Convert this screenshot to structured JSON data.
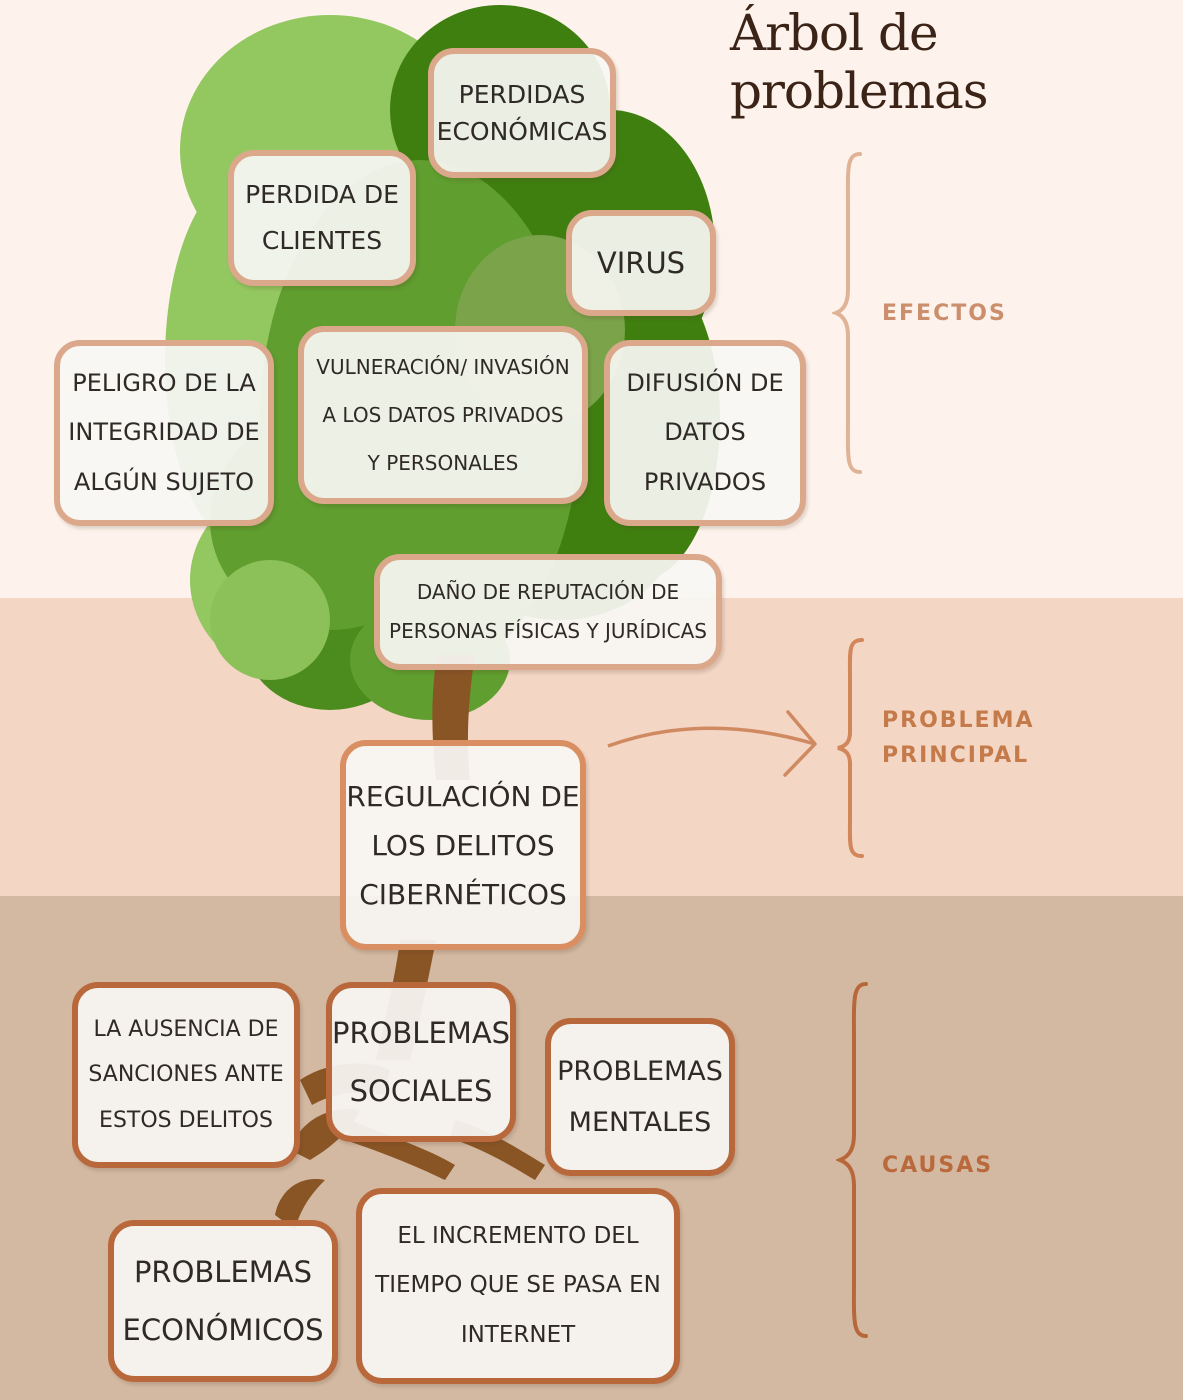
{
  "title": "Árbol de problemas",
  "sections": {
    "effects_label": "EFECTOS",
    "main_label": "PROBLEMA\nPRINCIPAL",
    "causes_label": "CAUSAS"
  },
  "effects": {
    "perdidas_economicas": "PERDIDAS\nECONÓMICAS",
    "perdida_clientes": "PERDIDA DE\nCLIENTES",
    "virus": "VIRUS",
    "peligro_integridad": "PELIGRO DE LA\nINTEGRIDAD DE\nALGÚN SUJETO",
    "vulneracion": "VULNERACIÓN/ INVASIÓN\nA LOS DATOS PRIVADOS\nY PERSONALES",
    "difusion": "DIFUSIÓN DE\nDATOS\nPRIVADOS",
    "dano_reputacion": "DAÑO DE REPUTACIÓN  DE\nPERSONAS FÍSICAS Y JURÍDICAS"
  },
  "main_problem": "REGULACIÓN DE\nLOS DELITOS\nCIBERNÉTICOS",
  "causes": {
    "ausencia_sanciones": "LA AUSENCIA DE\nSANCIONES ANTE\nESTOS DELITOS",
    "problemas_sociales": "PROBLEMAS\nSOCIALES",
    "problemas_mentales": "PROBLEMAS\nMENTALES",
    "problemas_economicos": "PROBLEMAS\nECONÓMICOS",
    "incremento_tiempo": "EL INCREMENTO DEL\nTIEMPO QUE SE PASA EN\nINTERNET"
  },
  "colors": {
    "effects_band": "#fdf3ec",
    "main_band": "#f4d6c5",
    "causes_band": "#d3b9a2",
    "trunk": "#8a5525",
    "foliage_light": "#93c760",
    "foliage_mid": "#5f9e2f",
    "foliage_dark": "#3f7f10",
    "effects_text": "#cc8f6d",
    "causes_text": "#b9693c"
  }
}
